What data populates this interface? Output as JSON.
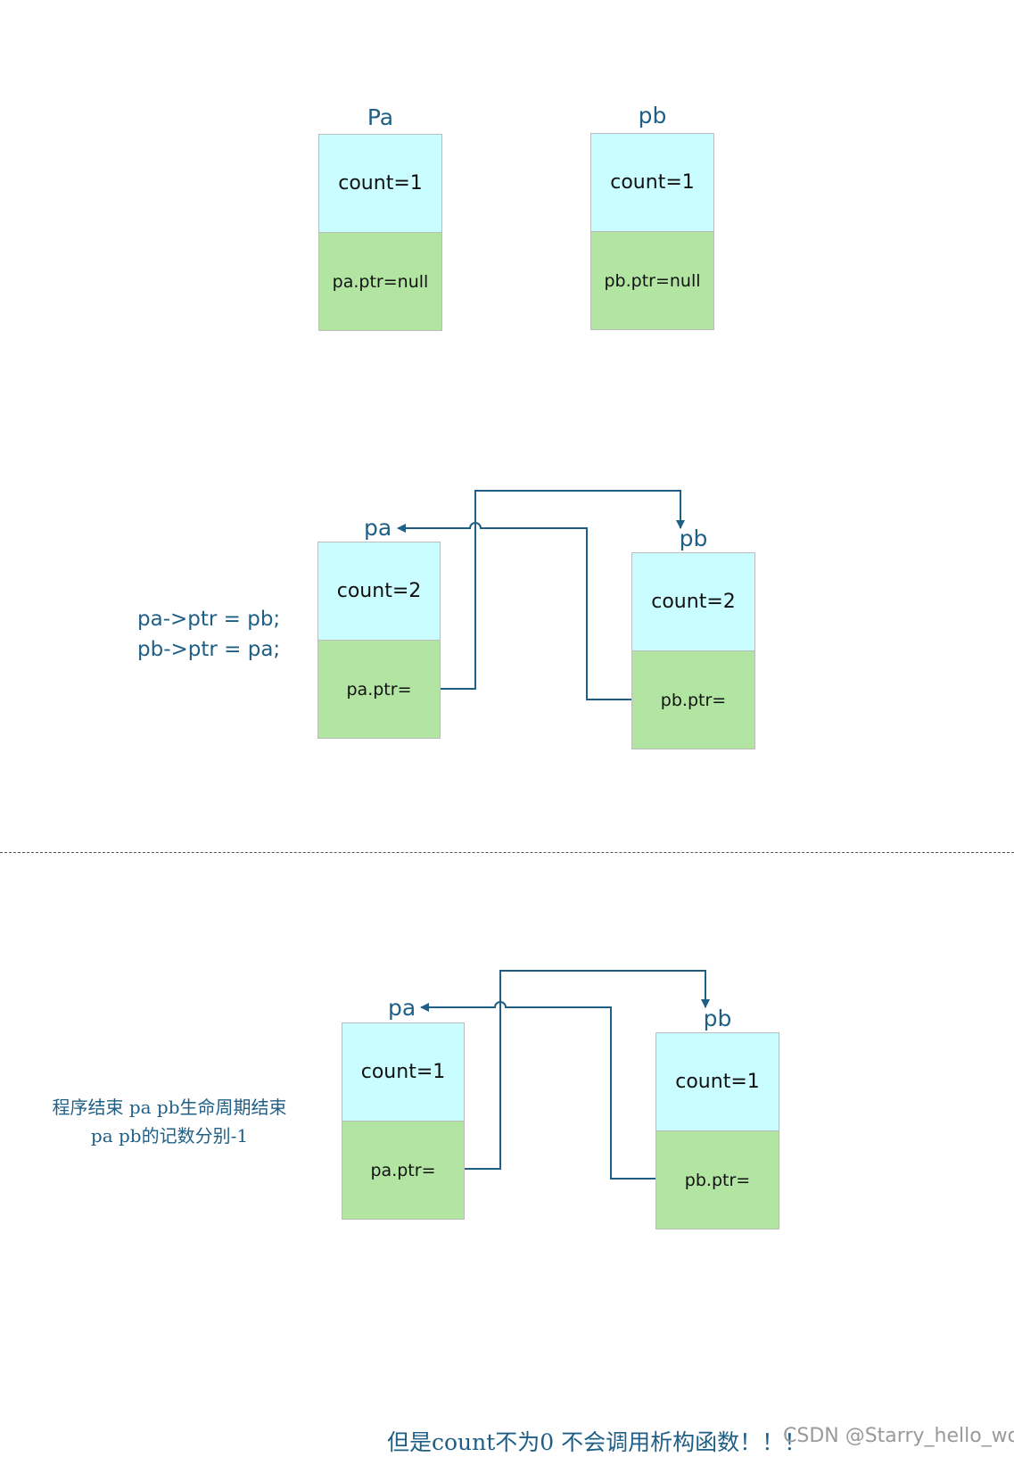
{
  "diagram1": {
    "pa": {
      "label": "Pa",
      "count": "count=1",
      "ptr": "pa.ptr=null"
    },
    "pb": {
      "label": "pb",
      "count": "count=1",
      "ptr": "pb.ptr=null"
    }
  },
  "diagram2": {
    "code_lines": [
      "pa->ptr = pb;",
      "pb->ptr = pa;"
    ],
    "pa": {
      "label": "pa",
      "count": "count=2",
      "ptr": "pa.ptr="
    },
    "pb": {
      "label": "pb",
      "count": "count=2",
      "ptr": "pb.ptr="
    }
  },
  "diagram3": {
    "note_lines": [
      "程序结束 pa pb生命周期结束",
      "pa pb的记数分别-1"
    ],
    "pa": {
      "label": "pa",
      "count": "count=1",
      "ptr": "pa.ptr="
    },
    "pb": {
      "label": "pb",
      "count": "count=1",
      "ptr": "pb.ptr="
    }
  },
  "footer": "但是count不为0 不会调用析构函数！！！",
  "watermark": "CSDN @Starry_hello_world",
  "colors": {
    "count_fill": "#c9fdff",
    "ptr_fill": "#b3e5a2",
    "arrow": "#1f5f86",
    "text_accent": "#1f5f86"
  }
}
